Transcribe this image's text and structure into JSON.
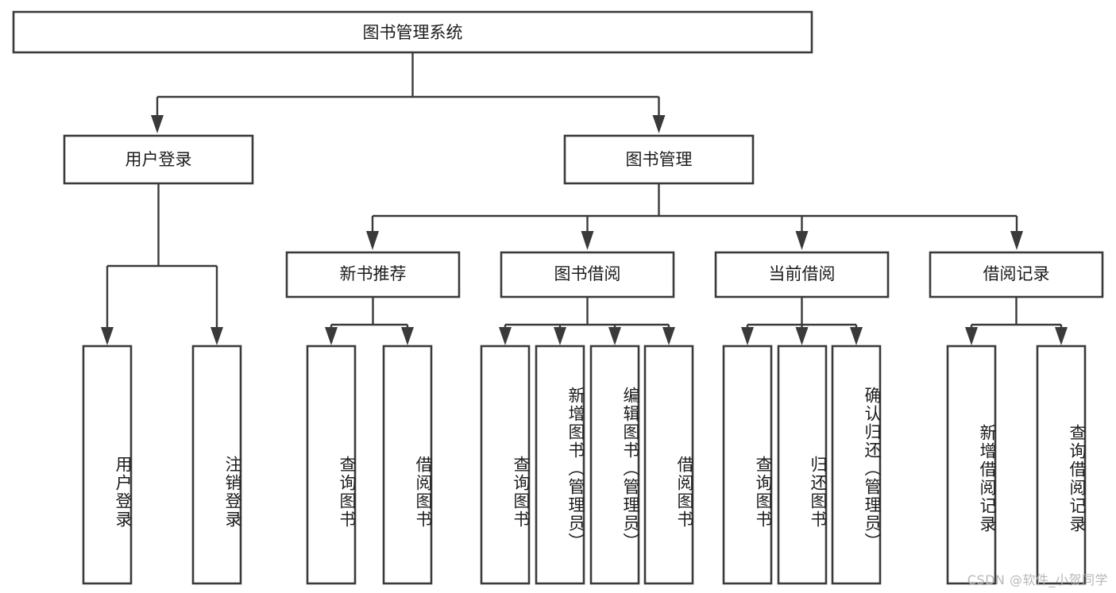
{
  "diagram": {
    "title": "图书管理系统",
    "type": "tree",
    "orientation": "top-down",
    "line_color": "#3a3a3a",
    "box_fill": "#ffffff",
    "text_color": "#1c1c1c",
    "root": {
      "label": "图书管理系统"
    },
    "level2": [
      {
        "label": "用户登录"
      },
      {
        "label": "图书管理"
      }
    ],
    "level3": [
      {
        "label": "新书推荐"
      },
      {
        "label": "图书借阅"
      },
      {
        "label": "当前借阅"
      },
      {
        "label": "借阅记录"
      }
    ],
    "leaves": {
      "user_login": [
        {
          "label": "用户登录"
        },
        {
          "label": "注销登录"
        }
      ],
      "new_book_recommend": [
        {
          "label": "查询图书"
        },
        {
          "label": "借阅图书"
        }
      ],
      "book_borrow": [
        {
          "label": "查询图书"
        },
        {
          "label": "新增图书（管理员）"
        },
        {
          "label": "编辑图书（管理员）"
        },
        {
          "label": "借阅图书"
        }
      ],
      "current_borrow": [
        {
          "label": "查询图书"
        },
        {
          "label": "归还图书"
        },
        {
          "label": "确认归还（管理员）"
        }
      ],
      "borrow_record": [
        {
          "label": "新增借阅记录"
        },
        {
          "label": "查询借阅记录"
        }
      ]
    }
  },
  "watermark": {
    "text": "CSDN @软件_小贺同学"
  }
}
